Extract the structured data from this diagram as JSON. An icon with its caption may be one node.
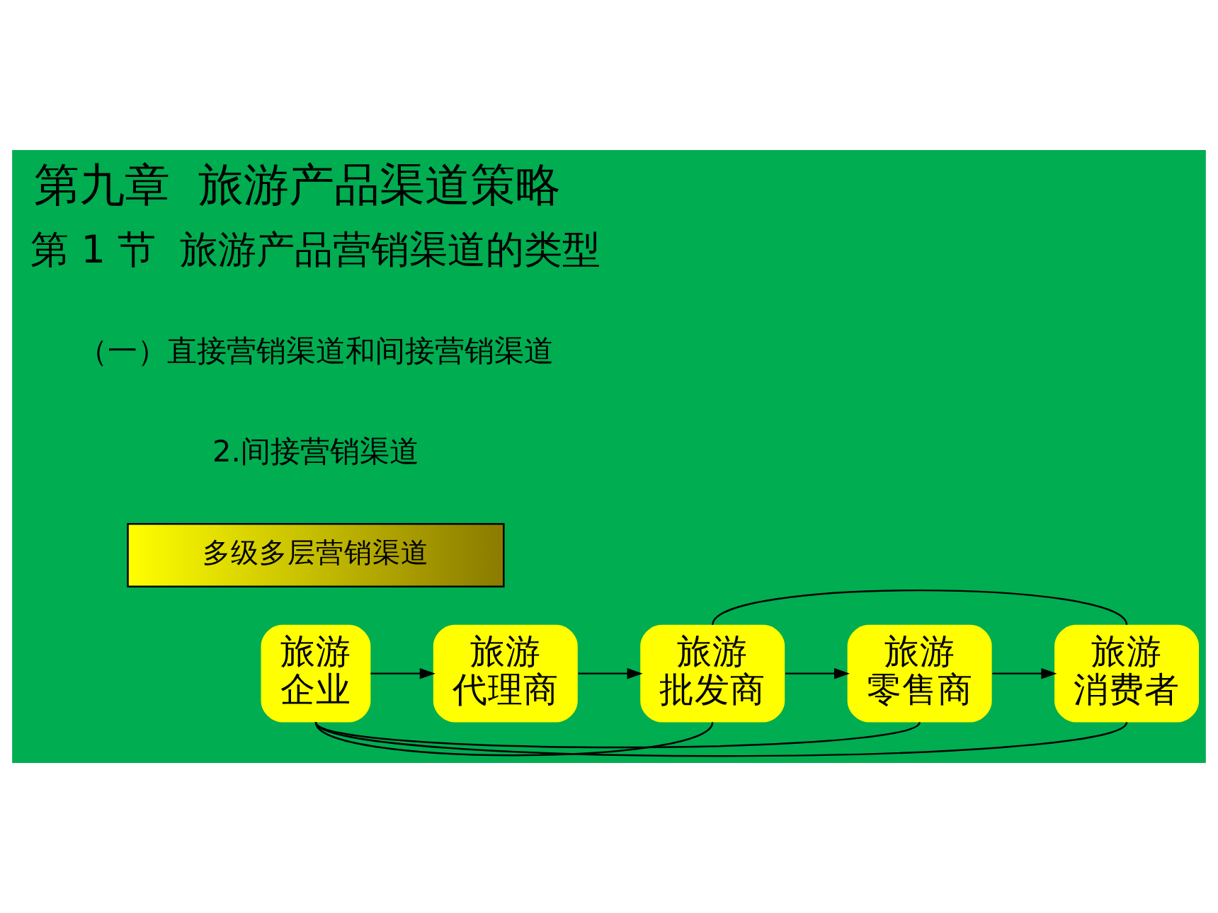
{
  "diagram": {
    "title": "第九章  旅游产品渠道策略",
    "nodes": [
      {
        "text": [
          "多级多层营销渠道"
        ]
      },
      {
        "text": [
          "旅游企业"
        ]
      },
      {
        "text": [
          "旅游代理商"
        ]
      },
      {
        "text": [
          "旅游批发商"
        ]
      },
      {
        "text": [
          "旅游零售商"
        ]
      },
      {
        "text": [
          "旅游消费者"
        ]
      }
    ],
    "edges": [
      {
        "from": 1,
        "to": 2,
        "arrow": "to"
      },
      {
        "from": 2,
        "to": 3,
        "arrow": "to"
      },
      {
        "from": 3,
        "to": 4,
        "arrow": "to"
      },
      {
        "from": 4,
        "to": 5,
        "arrow": "to"
      },
      {
        "from": 3,
        "to": 5,
        "arrow": "none"
      },
      {
        "from": 1,
        "to": 3,
        "arrow": "none"
      },
      {
        "from": 1,
        "to": 4,
        "arrow": "none"
      },
      {
        "from": 1,
        "to": 5,
        "arrow": "none"
      }
    ],
    "labels": [
      "第 1 节  旅游产品营销渠道的类型",
      "（一）直接营销渠道和间接营销渠道",
      "2.间接营销渠道"
    ]
  }
}
